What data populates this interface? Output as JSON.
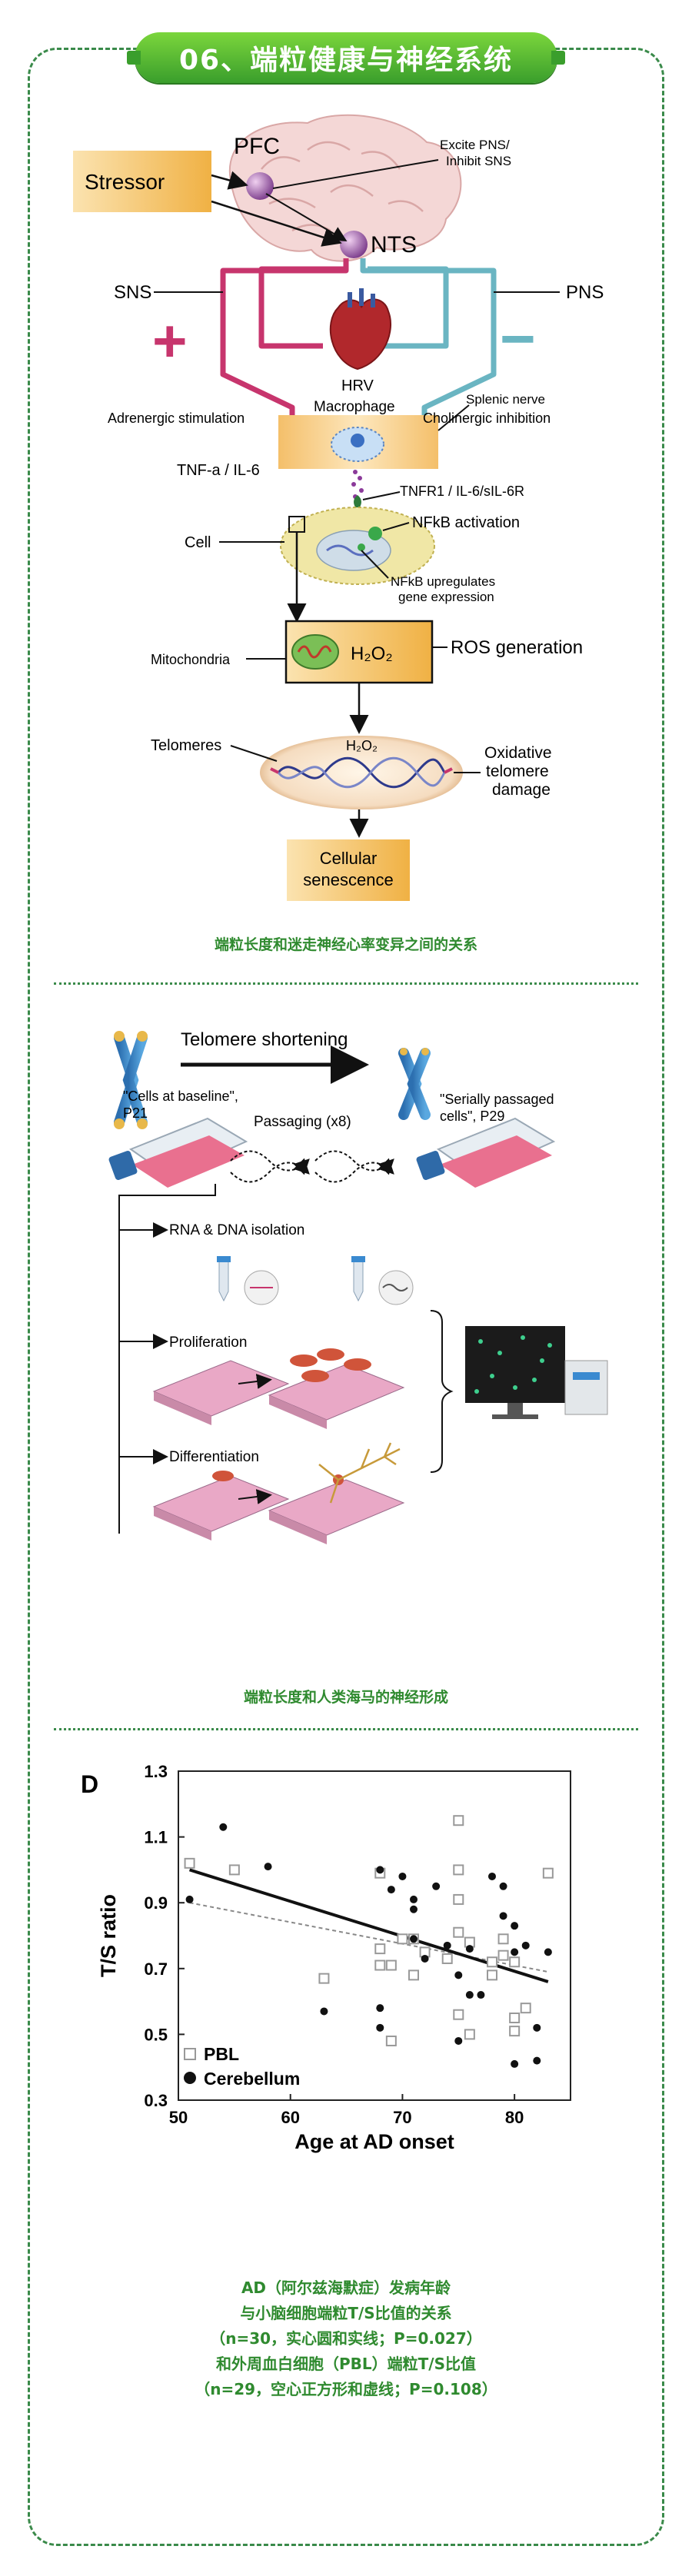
{
  "header": {
    "title": "06、端粒健康与神经系统"
  },
  "figure1": {
    "stressor": "Stressor",
    "pfc": "PFC",
    "excite": "Excite PNS/",
    "inhibit": "Inhibit SNS",
    "nts": "NTS",
    "sns": "SNS",
    "pns": "PNS",
    "plus": "+",
    "minus": "−",
    "hrv": "HRV",
    "macrophage": "Macrophage",
    "splenic": "Splenic nerve",
    "adrenergic": "Adrenergic stimulation",
    "cholinergic": "Cholinergic inhibition",
    "tnf": "TNF-a / IL-6",
    "tnfr": "TNFR1 / IL-6/sIL-6R",
    "nfkb_act": "NFkB activation",
    "cell": "Cell",
    "nfkb_up1": "NFkB upregulates",
    "nfkb_up2": "gene expression",
    "mito": "Mitochondria",
    "h2o2": "H₂O₂",
    "ros": "ROS generation",
    "telomeres": "Telomeres",
    "ox1": "Oxidative",
    "ox2": "telomere",
    "ox3": "damage",
    "sen1": "Cellular",
    "sen2": "senescence"
  },
  "captions": {
    "c1": "端粒长度和迷走神经心率变异之间的关系",
    "c2": "端粒长度和人类海马的神经形成",
    "c3": [
      "AD（阿尔兹海默症）发病年龄",
      "与小脑细胞端粒T/S比值的关系",
      "（n=30，实心圆和实线；P=0.027）",
      "和外周血白细胞（PBL）端粒T/S比值",
      "（n=29，空心正方形和虚线；P=0.108）"
    ]
  },
  "figure2": {
    "shortening": "Telomere shortening",
    "baseline1": "\"Cells at baseline\",",
    "baseline2": "P21",
    "serial1": "\"Serially passaged",
    "serial2": "cells\", P29",
    "passaging": "Passaging (x8)",
    "rna": "RNA & DNA isolation",
    "prolif": "Proliferation",
    "diff": "Differentiation"
  },
  "chart_data": {
    "type": "scatter",
    "panel_label": "D",
    "xlabel": "Age at AD onset",
    "ylabel": "T/S ratio",
    "xlim": [
      50,
      85
    ],
    "ylim": [
      0.3,
      1.3
    ],
    "xticks": [
      50,
      60,
      70,
      80
    ],
    "yticks": [
      0.3,
      0.5,
      0.7,
      0.9,
      1.1,
      1.3
    ],
    "series": [
      {
        "name": "PBL",
        "marker": "open-square",
        "trend": {
          "style": "dashed",
          "x": [
            51,
            83
          ],
          "y": [
            0.9,
            0.69
          ]
        },
        "points": [
          [
            51,
            1.02
          ],
          [
            55,
            1.0
          ],
          [
            63,
            0.67
          ],
          [
            68,
            0.99
          ],
          [
            68,
            0.76
          ],
          [
            68,
            0.71
          ],
          [
            69,
            0.71
          ],
          [
            69,
            0.48
          ],
          [
            70,
            0.79
          ],
          [
            71,
            0.79
          ],
          [
            71,
            0.68
          ],
          [
            74,
            0.73
          ],
          [
            75,
            1.15
          ],
          [
            75,
            1.0
          ],
          [
            75,
            0.91
          ],
          [
            75,
            0.81
          ],
          [
            75,
            0.56
          ],
          [
            76,
            0.5
          ],
          [
            78,
            0.72
          ],
          [
            78,
            0.68
          ],
          [
            79,
            0.79
          ],
          [
            79,
            0.74
          ],
          [
            80,
            0.55
          ],
          [
            80,
            0.51
          ],
          [
            80,
            0.72
          ],
          [
            81,
            0.58
          ],
          [
            83,
            0.99
          ],
          [
            72,
            0.75
          ],
          [
            76,
            0.78
          ]
        ]
      },
      {
        "name": "Cerebellum",
        "marker": "filled-circle",
        "trend": {
          "style": "solid",
          "x": [
            51,
            83
          ],
          "y": [
            1.0,
            0.66
          ]
        },
        "points": [
          [
            51,
            0.91
          ],
          [
            54,
            1.13
          ],
          [
            58,
            1.01
          ],
          [
            63,
            0.57
          ],
          [
            68,
            1.0
          ],
          [
            68,
            0.58
          ],
          [
            68,
            0.52
          ],
          [
            69,
            0.94
          ],
          [
            70,
            0.98
          ],
          [
            71,
            0.79
          ],
          [
            71,
            0.91
          ],
          [
            71,
            0.88
          ],
          [
            72,
            0.73
          ],
          [
            74,
            0.77
          ],
          [
            75,
            0.68
          ],
          [
            75,
            0.48
          ],
          [
            76,
            0.76
          ],
          [
            76,
            0.62
          ],
          [
            77,
            0.62
          ],
          [
            78,
            0.98
          ],
          [
            79,
            0.95
          ],
          [
            79,
            0.86
          ],
          [
            80,
            0.83
          ],
          [
            80,
            0.41
          ],
          [
            80,
            0.75
          ],
          [
            81,
            0.77
          ],
          [
            82,
            0.52
          ],
          [
            82,
            0.42
          ],
          [
            83,
            0.75
          ],
          [
            73,
            0.95
          ]
        ]
      }
    ]
  }
}
